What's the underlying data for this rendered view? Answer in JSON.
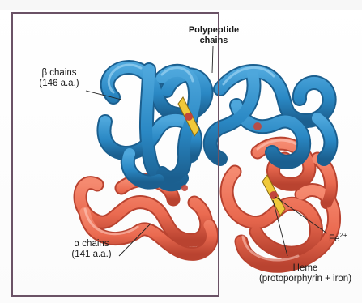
{
  "labels": {
    "polypeptide_line1": "Polypeptide",
    "polypeptide_line2": "chains",
    "beta_line1": "β chains",
    "beta_line2": "(146 a.a.)",
    "alpha_line1": "α chains",
    "alpha_line2": "(141 a.a.)",
    "fe": "Fe",
    "fe_sup": "2+",
    "heme_line1": "Heme",
    "heme_line2": "(protoporphyrin + iron)"
  },
  "colors": {
    "beta_chain": "#2a88c4",
    "beta_chain_dark": "#1b5f8f",
    "alpha_chain": "#ea6a50",
    "alpha_chain_dark": "#b94330",
    "heme": "#f0c93a",
    "iron": "#c2463a",
    "frame": "#6b5266"
  }
}
